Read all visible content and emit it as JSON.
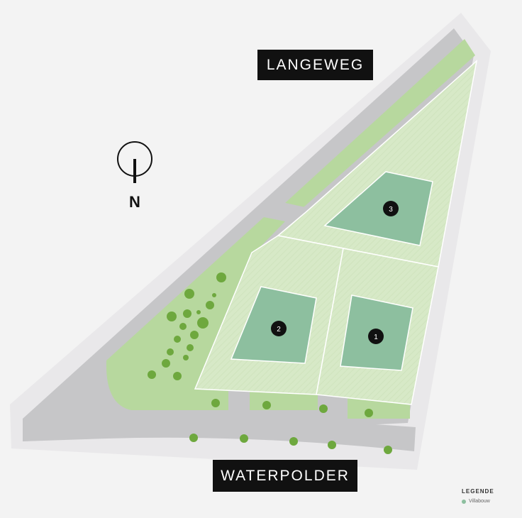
{
  "streets": {
    "north": "LANGEWEG",
    "south": "WATERPOLDER"
  },
  "compass": {
    "label": "N"
  },
  "lots": [
    {
      "number": "1"
    },
    {
      "number": "2"
    },
    {
      "number": "3"
    }
  ],
  "legend": {
    "title": "LEGENDE",
    "items": [
      {
        "label": "Villabouw",
        "color": "#8dbf9f"
      }
    ]
  },
  "colors": {
    "background": "#f3f3f3",
    "site_border": "#e9e8ea",
    "road": "#c6c6c8",
    "grass": "#b7d89e",
    "plot": "#d6e8c6",
    "building_footprint": "#8dbf9f",
    "tree": "#6ea83e",
    "label_bg": "#111111"
  }
}
